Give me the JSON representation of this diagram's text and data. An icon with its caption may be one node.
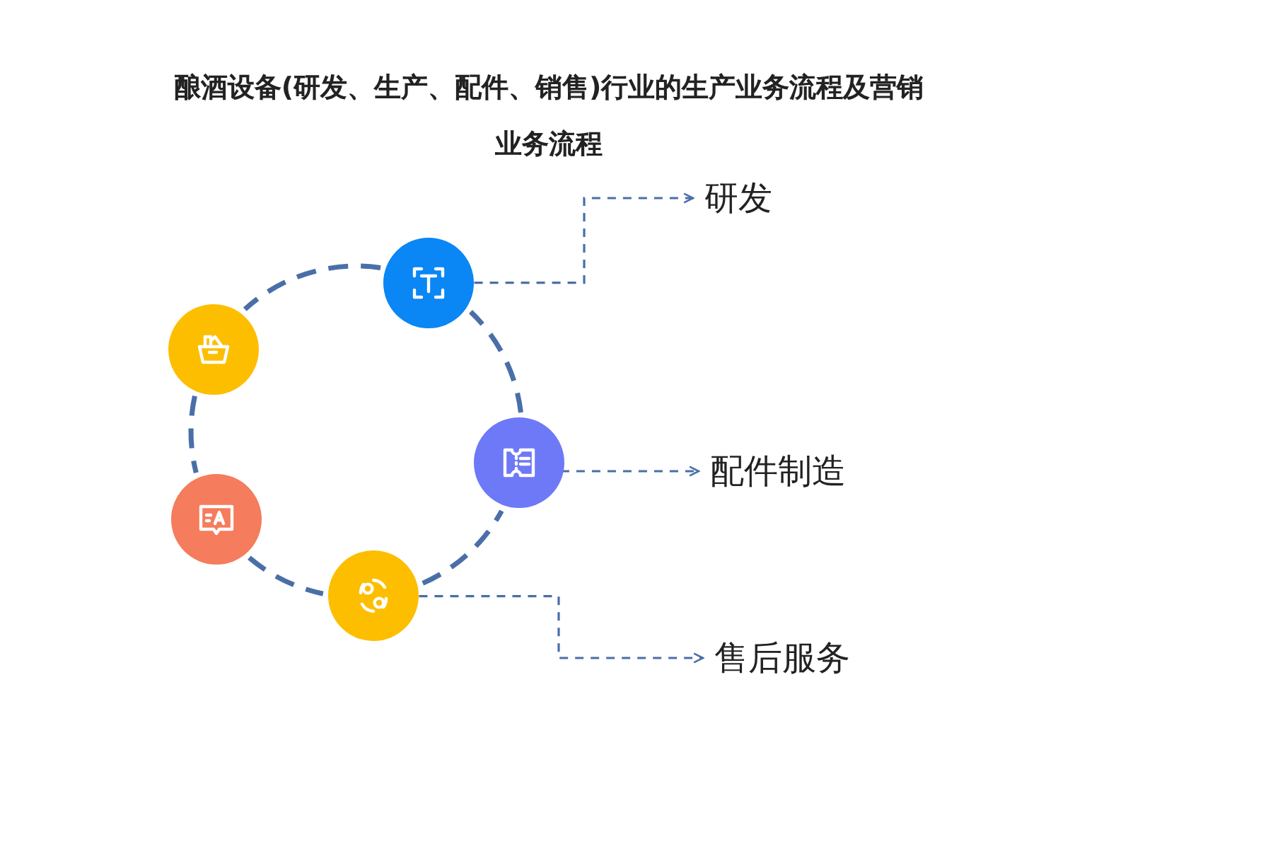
{
  "diagram": {
    "title": "酿酒设备(研发、生产、配件、销售)行业的生产业务流程及营销业务流程",
    "nodes": [
      {
        "text": [],
        "shape": "circle"
      },
      {
        "text": [],
        "shape": "circle"
      },
      {
        "text": [],
        "shape": "circle"
      },
      {
        "text": [],
        "shape": "circle"
      },
      {
        "text": [],
        "shape": "circle"
      },
      {
        "text": [
          "研发"
        ]
      },
      {
        "text": [
          "配件制造"
        ]
      },
      {
        "text": [
          "售后服务"
        ]
      }
    ],
    "edges": [
      {
        "from": 0,
        "to": 5,
        "arrow": "to",
        "style": "dashed"
      },
      {
        "from": 2,
        "to": 6,
        "arrow": "to",
        "style": "dashed"
      },
      {
        "from": 4,
        "to": 7,
        "arrow": "to",
        "style": "dashed"
      },
      {
        "from": 0,
        "to": 1,
        "arrow": "none",
        "style": "dashed"
      },
      {
        "from": 1,
        "to": 3,
        "arrow": "none",
        "style": "dashed"
      },
      {
        "from": 3,
        "to": 4,
        "arrow": "none",
        "style": "dashed"
      },
      {
        "from": 4,
        "to": 2,
        "arrow": "none",
        "style": "dashed"
      },
      {
        "from": 2,
        "to": 0,
        "arrow": "none",
        "style": "dashed"
      }
    ]
  }
}
